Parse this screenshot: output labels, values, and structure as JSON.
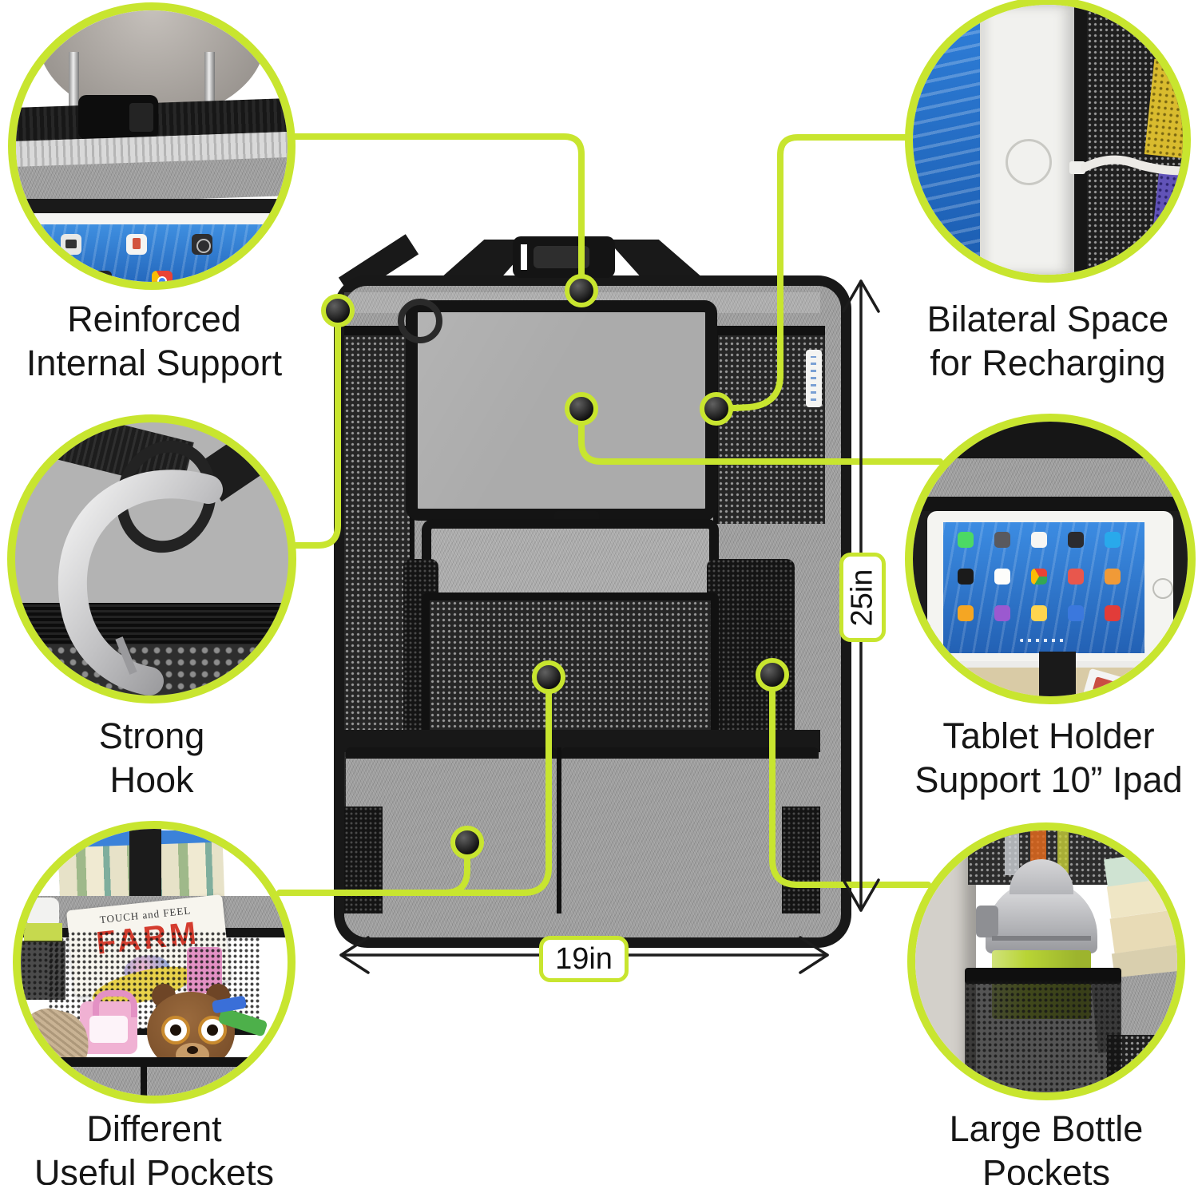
{
  "accent_green": "#c8e52f",
  "product": {
    "kind": "car-backseat-organizer",
    "fabric_color": "#9e9e9e",
    "trim_color": "#181818"
  },
  "callouts": {
    "reinforced": {
      "lines": [
        "Reinforced",
        "Internal Support"
      ]
    },
    "recharging": {
      "lines": [
        "Bilateral Space",
        "for Recharging"
      ]
    },
    "hook": {
      "lines": [
        "Strong",
        "Hook"
      ]
    },
    "tablet": {
      "lines": [
        "Tablet Holder",
        "Support 10” Ipad"
      ]
    },
    "pockets": {
      "lines": [
        "Different",
        "Useful Pockets"
      ]
    },
    "bottle": {
      "lines": [
        "Large Bottle",
        "Pockets"
      ]
    }
  },
  "dimensions": {
    "height": "25in",
    "width": "19in"
  },
  "scene_book": {
    "top": "TOUCH and FEEL",
    "title": "FARM"
  }
}
